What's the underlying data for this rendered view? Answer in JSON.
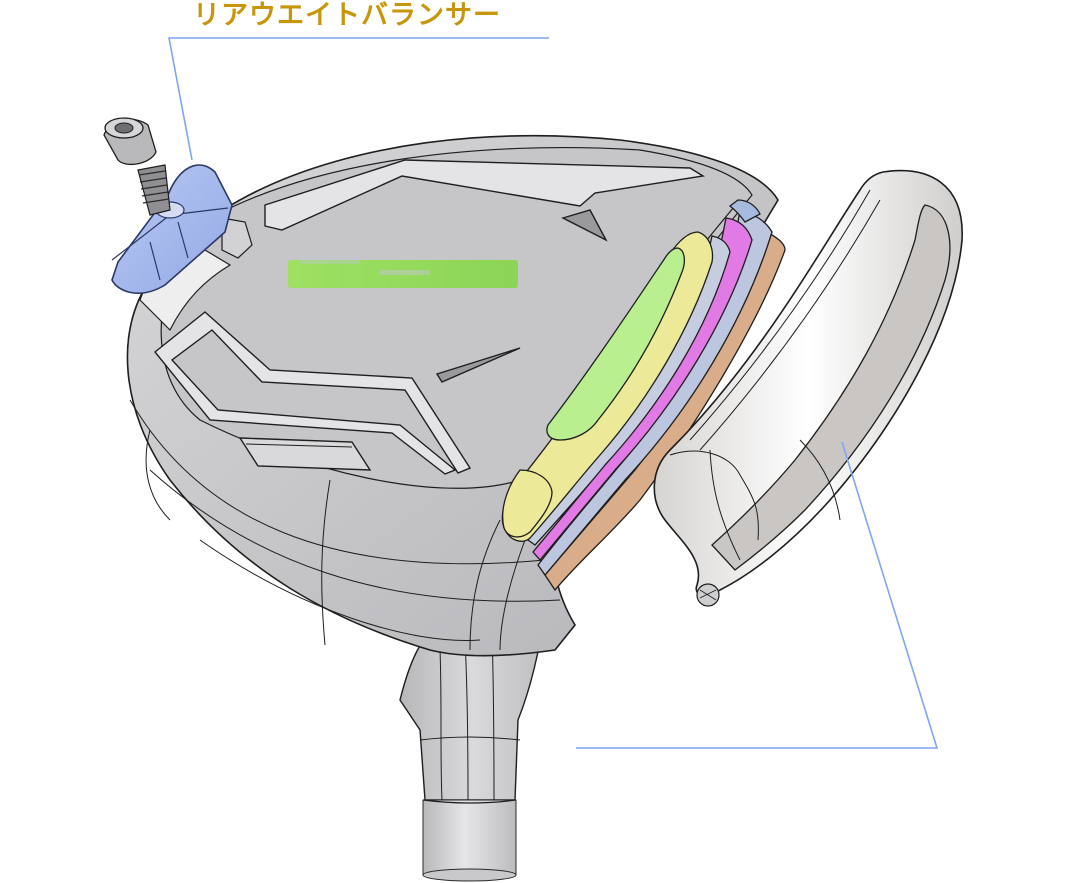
{
  "diagram": {
    "subject": "golf driver head exploded cutaway",
    "callouts": [
      {
        "id": "rear-weight-balancer",
        "label": "リアウエイトバランサー",
        "target": "rear weight + screw"
      },
      {
        "id": "face-insert",
        "label": "",
        "target": "detached face plate"
      }
    ],
    "parts": [
      {
        "name": "crown",
        "color": "#c9c9cc"
      },
      {
        "name": "crown-logo",
        "color": "#9be35a"
      },
      {
        "name": "rear-weight",
        "color": "#a9bdf0"
      },
      {
        "name": "screw",
        "color": "#8a8a8a"
      },
      {
        "name": "cutaway-layer-green",
        "color": "#b9ef8e"
      },
      {
        "name": "cutaway-layer-yellow",
        "color": "#ecea98"
      },
      {
        "name": "cutaway-layer-pink",
        "color": "#e27ae6"
      },
      {
        "name": "cutaway-layer-blue",
        "color": "#b8c4e0"
      },
      {
        "name": "cutaway-layer-tan",
        "color": "#d9ad8a"
      },
      {
        "name": "face-plate",
        "color": "#cfcdcc"
      },
      {
        "name": "hosel",
        "color": "#d0d0d2"
      }
    ],
    "colors": {
      "label": "#c8960a",
      "leader-line": "#7fa6f0",
      "outline": "#1e1e1e"
    }
  }
}
